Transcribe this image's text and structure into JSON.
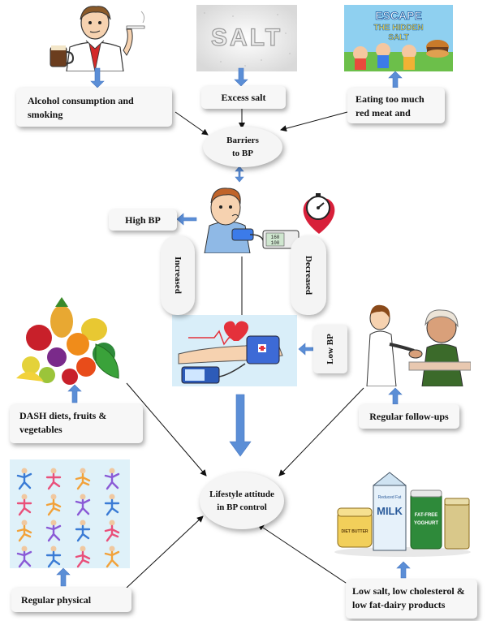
{
  "barriers": {
    "alcohol": "Alcohol consumption and smoking",
    "salt": "Excess salt",
    "red_meat": "Eating too much red meat and"
  },
  "salt_image_text": "SALT",
  "escape_image_text": [
    "ESCAPE",
    "THE HIDDEN",
    "SALT"
  ],
  "center_nodes": {
    "barriers_to_bp": "Barriers to BP",
    "lifestyle": "Lifestyle attitude in BP control"
  },
  "bp_states": {
    "high": "High BP",
    "low": "Low BP",
    "increased": "Increased",
    "decreased": "Decreased"
  },
  "monitor_readout": [
    "160",
    "100"
  ],
  "interventions": {
    "dash": "DASH diets, fruits & vegetables",
    "follow_ups": "Regular follow-ups",
    "physical": "Regular physical",
    "dairy": "Low salt, low cholesterol & low fat-dairy products"
  },
  "food_labels": {
    "diet_butter": "DIET BUTTER",
    "milk_small": "Reduced Fat",
    "milk": "MILK",
    "yoghurt": "FAT-FREE YOGHURT"
  },
  "colors": {
    "arrow_blue": "#5b8ed6",
    "box_bg": "#f7f7f7",
    "line": "#111111"
  }
}
